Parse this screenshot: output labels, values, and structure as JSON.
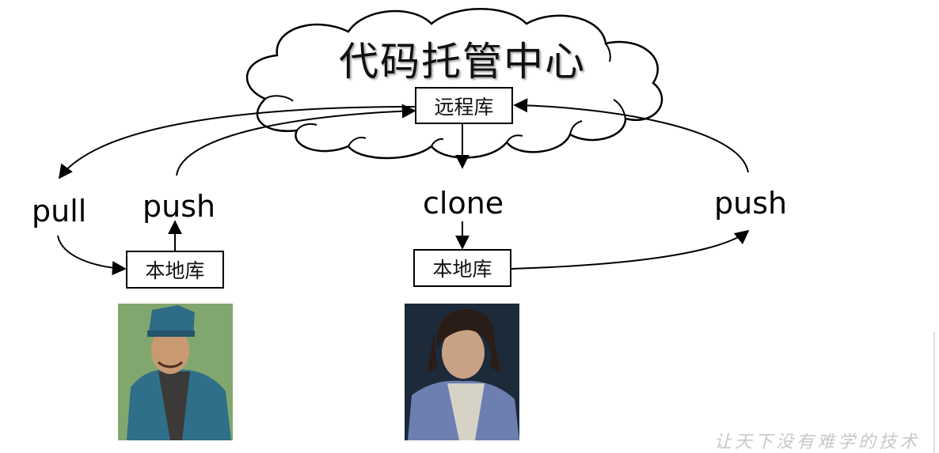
{
  "cloud": {
    "title": "代码托管中心"
  },
  "remote_repo": {
    "label": "远程库"
  },
  "left": {
    "pull_label": "pull",
    "push_label": "push",
    "local_repo_label": "本地库"
  },
  "right": {
    "clone_label": "clone",
    "push_label": "push",
    "local_repo_label": "本地库"
  },
  "watermark": "让天下没有难学的技术",
  "colors": {
    "line": "#000000",
    "skin": "#c99a72",
    "robe_left": "#2f6f8a",
    "robe_right": "#6d7fb0",
    "bg_left": "#8fb07a",
    "bg_right": "#1c2a3a"
  }
}
